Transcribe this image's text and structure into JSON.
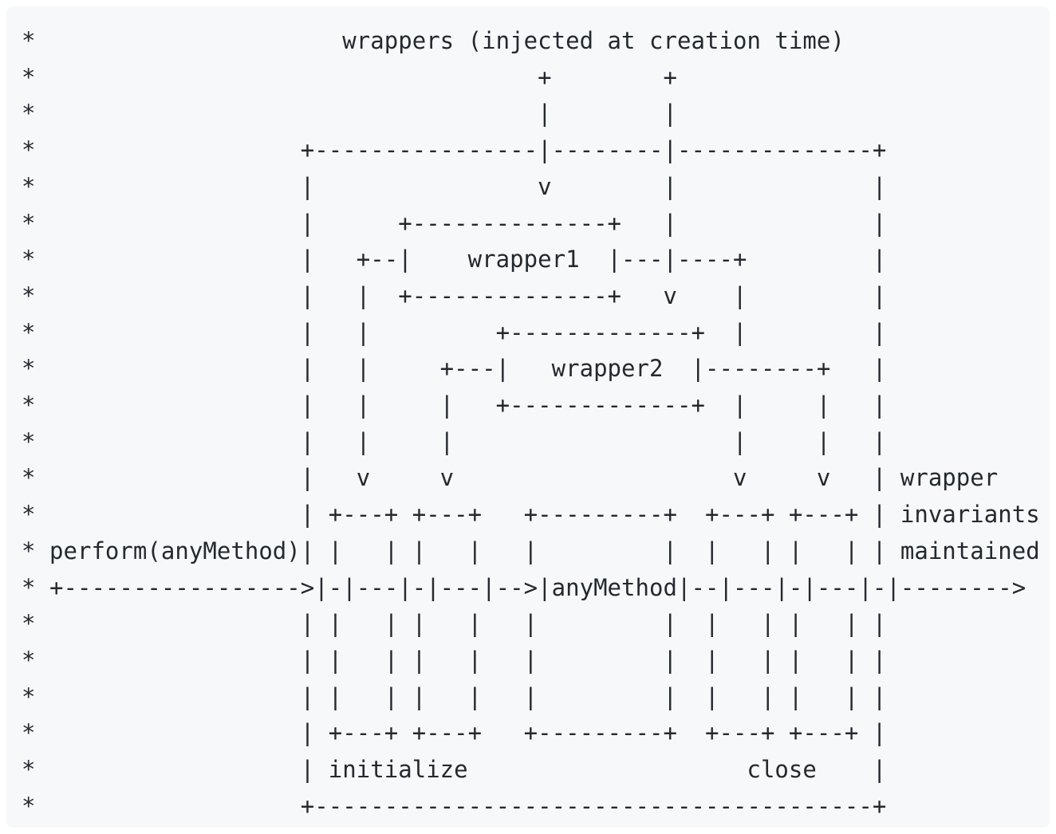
{
  "colors": {
    "page_background": "#ffffff",
    "block_background": "#f6f8fa",
    "text": "#24292f"
  },
  "code_block": {
    "kind": "javadoc-ascii-diagram",
    "title_text": "wrappers (injected at creation time)",
    "entities": {
      "wrapper1": "wrapper1",
      "wrapper2": "wrapper2",
      "any_method": "anyMethod",
      "perform_call": "perform(anyMethod)",
      "initialize": "initialize",
      "close": "close",
      "side_note": "wrapper invariants maintained"
    },
    "lines": [
      "*                      wrappers (injected at creation time)",
      "*                                    +        +",
      "*                                    |        |",
      "*                   +----------------|--------|--------------+",
      "*                   |                v        |              |",
      "*                   |      +--------------+   |              |",
      "*                   |   +--|    wrapper1  |---|----+         |",
      "*                   |   |  +--------------+   v    |         |",
      "*                   |   |         +-------------+  |         |",
      "*                   |   |     +---|   wrapper2  |--------+   |",
      "*                   |   |     |   +-------------+  |     |   |",
      "*                   |   |     |                    |     |   |",
      "*                   |   v     v                    v     v   | wrapper",
      "*                   | +---+ +---+   +---------+  +---+ +---+ | invariants",
      "* perform(anyMethod)| |   | |   |   |         |  |   | |   | | maintained",
      "* +----------------->|-|---|-|---|-->|anyMethod|--|---|-|---|-|-------->",
      "*                   | |   | |   |   |         |  |   | |   | |",
      "*                   | |   | |   |   |         |  |   | |   | |",
      "*                   | |   | |   |   |         |  |   | |   | |",
      "*                   | +---+ +---+   +---------+  +---+ +---+ |",
      "*                   | initialize                    close    |",
      "*                   +----------------------------------------+"
    ]
  }
}
